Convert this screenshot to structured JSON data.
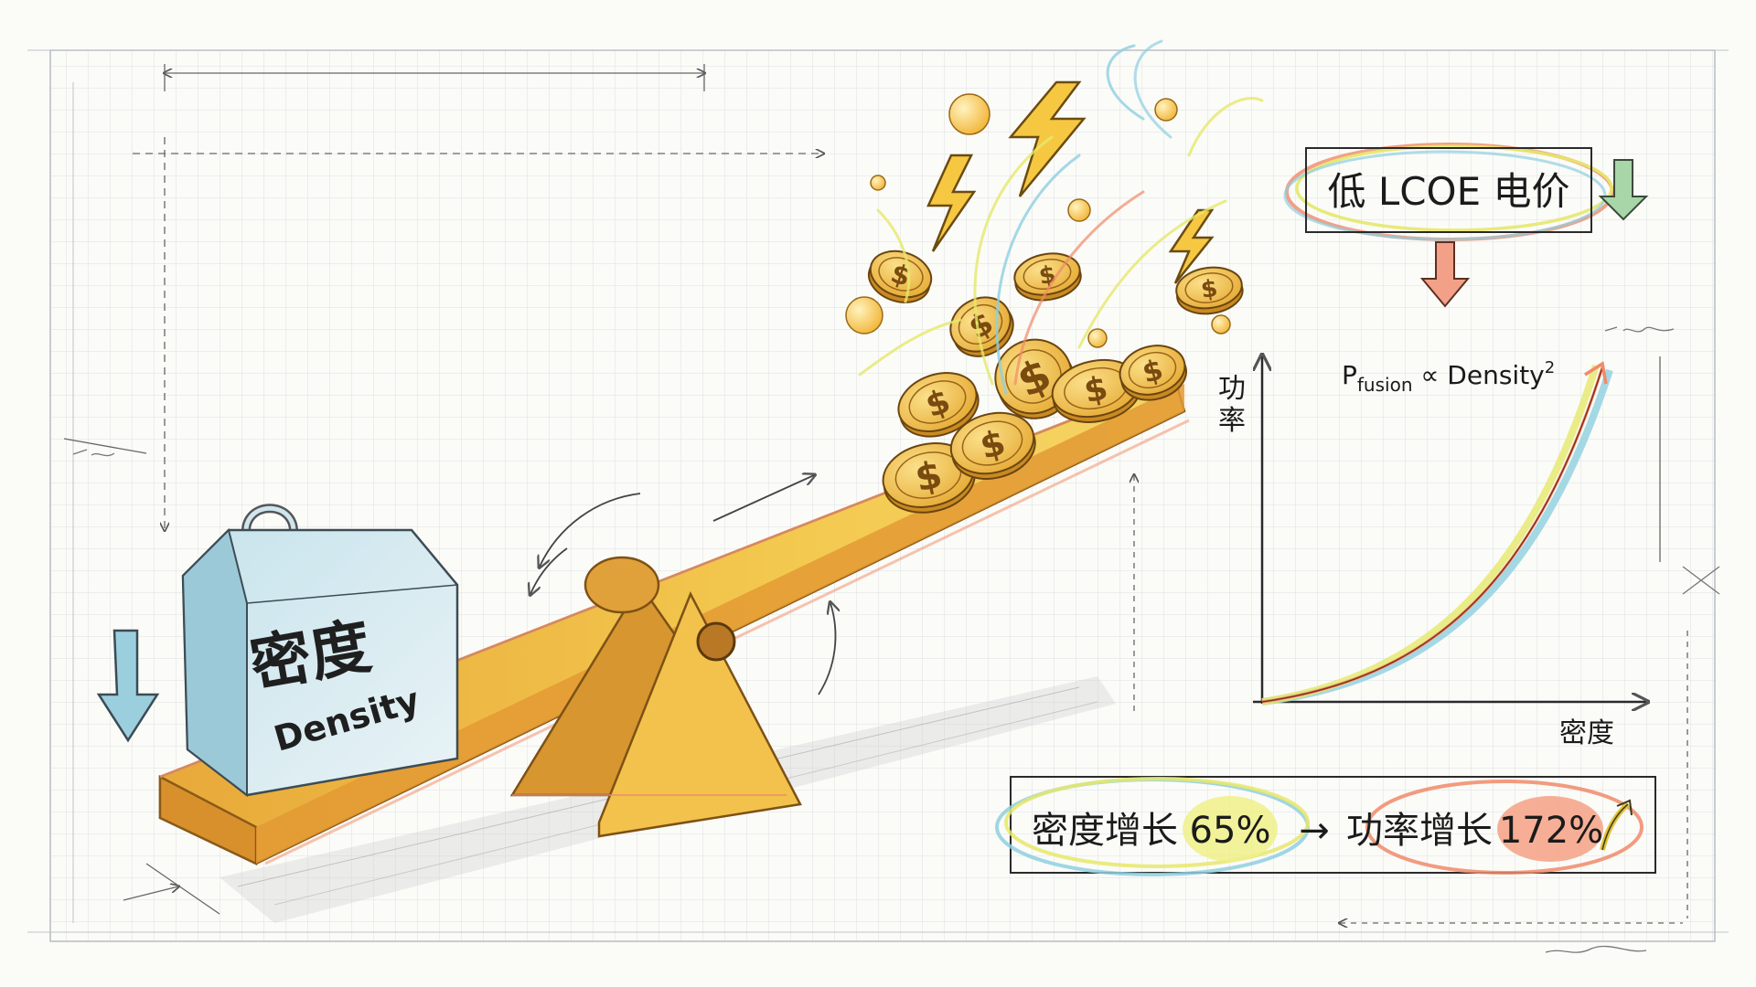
{
  "weight": {
    "title": "密度",
    "subtitle": "Density"
  },
  "lcoe_tag": {
    "text": "低 LCOE 电价"
  },
  "graph": {
    "formula_base": "P",
    "formula_sub": "fusion",
    "formula_rest": " ∝ Density",
    "formula_exp": "2",
    "y_label_chars": [
      "功",
      "率"
    ],
    "x_label": "密度"
  },
  "result": {
    "density_text": "密度增长",
    "density_pct": "65%",
    "arrow": "→",
    "power_text": "功率增长",
    "power_pct": "172%"
  },
  "colors": {
    "plank": "#f0c24a",
    "plank_dark": "#c9902a",
    "weight_blue": "#a9d3e0",
    "coin": "#f2c451",
    "accent_red": "#f08a6a",
    "accent_yellow": "#e6e86a",
    "accent_blue": "#8ecfe0",
    "grid": "#d9dde2",
    "ink": "#2a2a2a"
  },
  "icons": [
    "down-arrow-icon",
    "lightning-icon",
    "dollar-coin-icon",
    "up-arrow-icon"
  ]
}
